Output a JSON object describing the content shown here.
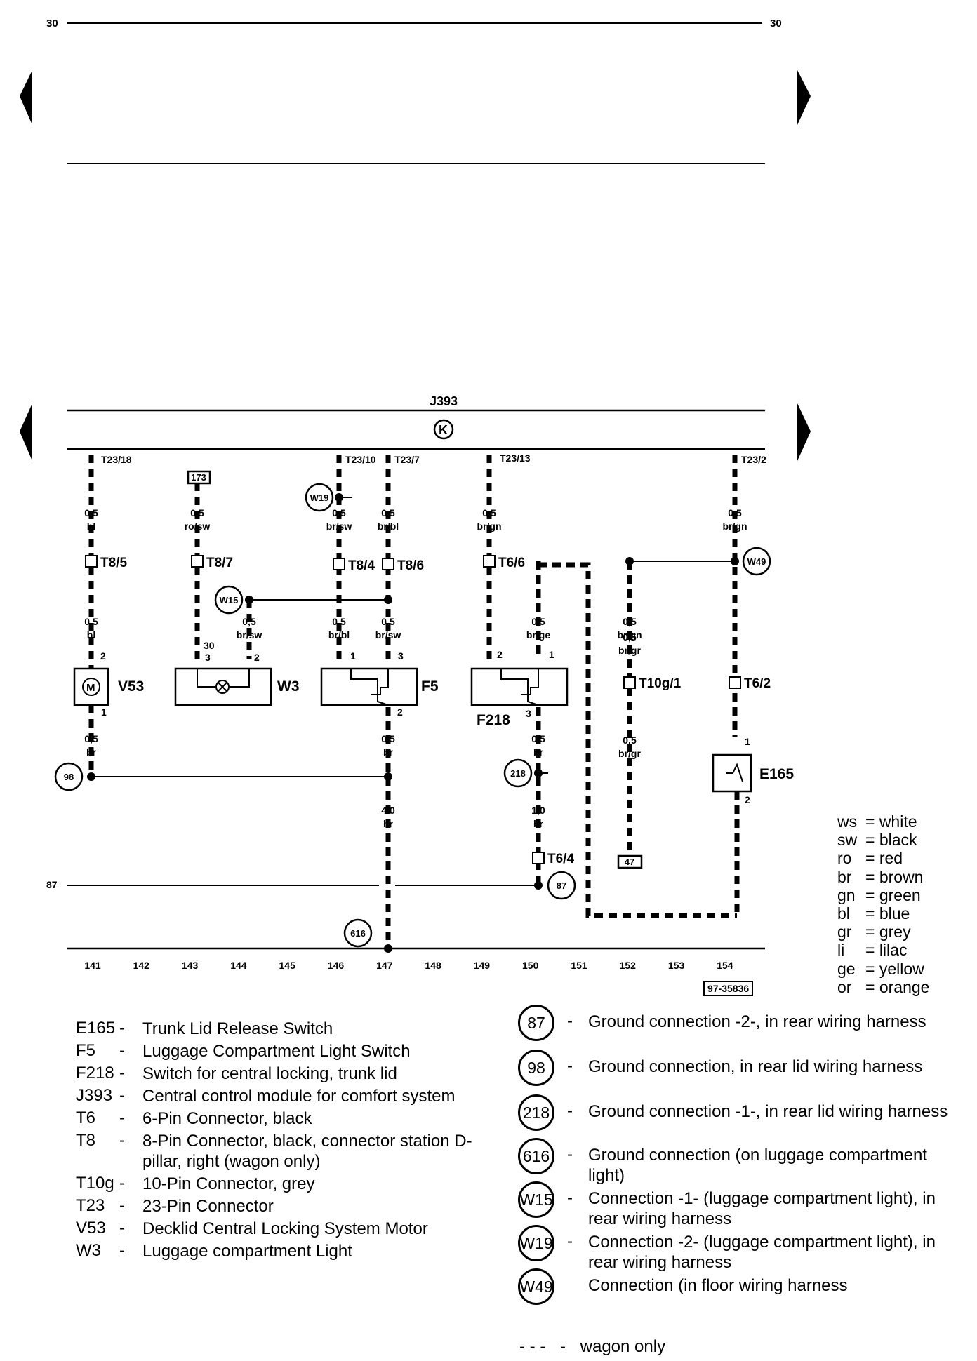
{
  "page": {
    "number_left": "30",
    "number_right": "30"
  },
  "diagram": {
    "module": "J393",
    "module_symbol": "K",
    "figure_id": "97-35836",
    "terminal_87": "87",
    "pins": [
      "T23/18",
      "T23/10",
      "T23/7",
      "T23/13",
      "T23/2"
    ],
    "connectors": [
      "T8/5",
      "T8/7",
      "T8/4",
      "T8/6",
      "T6/6",
      "T10g/1",
      "T6/2",
      "T6/4"
    ],
    "wires": [
      {
        "size": "0,5",
        "color": "bl"
      },
      {
        "size": "0,5",
        "color": "ro/sw"
      },
      {
        "size": "0,5",
        "color": "br/sw"
      },
      {
        "size": "0,5",
        "color": "br/bl"
      },
      {
        "size": "0,5",
        "color": "br/gn"
      },
      {
        "size": "0.5",
        "color": "br/gn"
      },
      {
        "size": "0,5",
        "color": "bl"
      },
      {
        "size": "0,5",
        "color": "br/sw"
      },
      {
        "size": "0,5",
        "color": "br/bl"
      },
      {
        "size": "0,5",
        "color": "br/sw"
      },
      {
        "size": "0,5",
        "color": "br/ge"
      },
      {
        "size": "0,5",
        "color": "br/gn"
      },
      {
        "size": "0,5",
        "color": "br/gr"
      },
      {
        "size": "0,5",
        "color": "br"
      },
      {
        "size": "0,5",
        "color": "br"
      },
      {
        "size": "0,5",
        "color": "br"
      },
      {
        "size": "0,5",
        "color": "br/gr"
      },
      {
        "size": "4.0",
        "color": "br"
      },
      {
        "size": "1,0",
        "color": "br"
      }
    ],
    "components": [
      "V53",
      "W3",
      "F5",
      "F218",
      "E165"
    ],
    "boxes": [
      "173",
      "47"
    ],
    "ground_points": [
      "W19",
      "W15",
      "W49",
      "98",
      "218",
      "87",
      "616"
    ],
    "pin_numbers": [
      "2",
      "1",
      "30",
      "3",
      "2",
      "1",
      "3",
      "2",
      "2",
      "1",
      "3",
      "1",
      "2"
    ],
    "tracks": [
      "141",
      "142",
      "143",
      "144",
      "145",
      "146",
      "147",
      "148",
      "149",
      "150",
      "151",
      "152",
      "153",
      "154"
    ]
  },
  "legend": [
    {
      "code": "E165",
      "desc": "Trunk Lid Release Switch"
    },
    {
      "code": "F5",
      "desc": "Luggage Compartment Light Switch"
    },
    {
      "code": "F218",
      "desc": "Switch for central locking, trunk lid"
    },
    {
      "code": "J393",
      "desc": "Central control module for comfort system"
    },
    {
      "code": "T6",
      "desc": "6-Pin Connector, black"
    },
    {
      "code": "T8",
      "desc": "8-Pin Connector, black, connector station D-pillar, right (wagon only)"
    },
    {
      "code": "T10g",
      "desc": "10-Pin Connector, grey"
    },
    {
      "code": "T23",
      "desc": "23-Pin Connector"
    },
    {
      "code": "V53",
      "desc": "Decklid Central Locking System Motor"
    },
    {
      "code": "W3",
      "desc": "Luggage compartment Light"
    }
  ],
  "wire_colors": [
    {
      "abbr": "ws",
      "name": "white"
    },
    {
      "abbr": "sw",
      "name": "black"
    },
    {
      "abbr": "ro",
      "name": "red"
    },
    {
      "abbr": "br",
      "name": "brown"
    },
    {
      "abbr": "gn",
      "name": "green"
    },
    {
      "abbr": "bl",
      "name": "blue"
    },
    {
      "abbr": "gr",
      "name": "grey"
    },
    {
      "abbr": "li",
      "name": "lilac"
    },
    {
      "abbr": "ge",
      "name": "yellow"
    },
    {
      "abbr": "or",
      "name": "orange"
    }
  ],
  "ground_legend": [
    {
      "code": "87",
      "desc": "Ground connection -2-, in rear wiring harness"
    },
    {
      "code": "98",
      "desc": "Ground connection, in rear lid wiring harness"
    },
    {
      "code": "218",
      "desc": "Ground connection -1-, in rear lid wiring harness"
    },
    {
      "code": "616",
      "desc": "Ground connection (on luggage compartment light)"
    },
    {
      "code": "W15",
      "desc": "Connection -1- (luggage compartment light), in rear wiring harness"
    },
    {
      "code": "W19",
      "desc": "Connection -2- (luggage compartment light), in rear wiring harness"
    },
    {
      "code": "W49",
      "desc": "Connection (in floor wiring harness"
    }
  ],
  "note": {
    "symbol": "- - -",
    "dash": "-",
    "text": "wagon only"
  }
}
